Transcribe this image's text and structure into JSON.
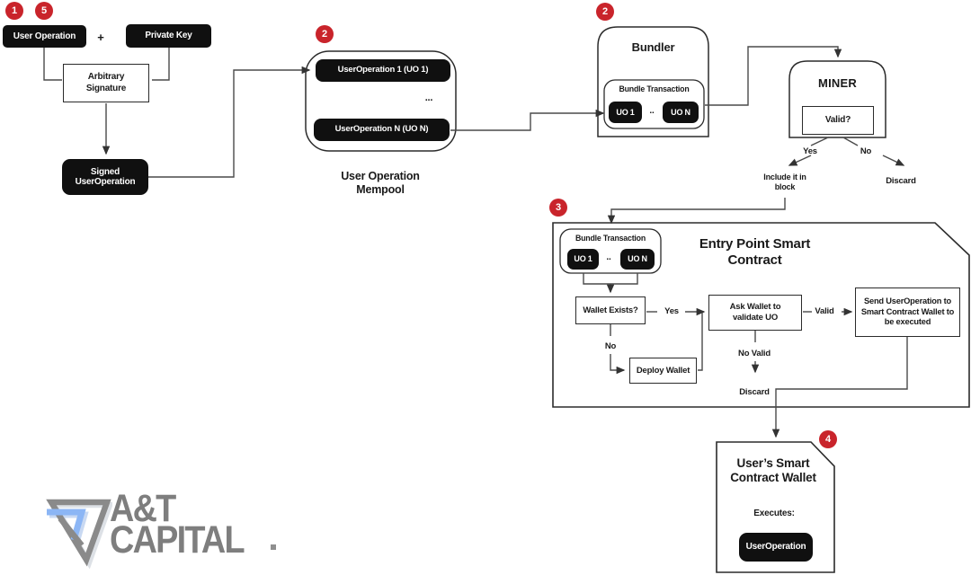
{
  "colors": {
    "badge_red": "#c9242b",
    "box_black": "#101010",
    "border_dark": "#2b2b2b",
    "connector_gray": "#4a4a4a",
    "logo_gray": "#7e7e7e",
    "logo_blue": "#8cb6f5",
    "background": "#ffffff"
  },
  "badges": {
    "step1": "1",
    "step5": "5",
    "step2_mempool": "2",
    "step2_bundler": "2",
    "step3": "3",
    "step4": "4"
  },
  "signing": {
    "user_operation": "User Operation",
    "plus": "+",
    "private_key": "Private Key",
    "arbitrary_signature": "Arbitrary Signature",
    "signed_userop": "Signed UserOperation"
  },
  "mempool": {
    "uo1": "UserOperation 1 (UO 1)",
    "dots": "...",
    "uoN": "UserOperation N (UO N)",
    "label": "User Operation Mempool"
  },
  "bundler": {
    "title": "Bundler",
    "bundle_label": "Bundle Transaction",
    "uo1": "UO 1",
    "dots": "..",
    "uoN": "UO N"
  },
  "miner": {
    "title": "MINER",
    "valid_question": "Valid?",
    "yes": "Yes",
    "no": "No",
    "include_in_block": "Include it in block",
    "discard": "Discard"
  },
  "entry_point": {
    "title": "Entry Point Smart Contract",
    "bundle_label": "Bundle Transaction",
    "uo1": "UO 1",
    "dots": "..",
    "uoN": "UO N",
    "wallet_exists": "Wallet Exists?",
    "yes": "Yes",
    "no": "No",
    "deploy_wallet": "Deploy Wallet",
    "ask_wallet": "Ask Wallet to validate UO",
    "valid": "Valid",
    "no_valid": "No Valid",
    "discard": "Discard",
    "send_userop": "Send UserOperation to Smart Contract Wallet to be executed"
  },
  "wallet": {
    "title": "User’s Smart Contract Wallet",
    "executes": "Executes:",
    "userop": "UserOperation"
  },
  "logo": {
    "line1": "A&T",
    "line2": "CAPITAL",
    "mark": "triangle-logo-icon"
  }
}
